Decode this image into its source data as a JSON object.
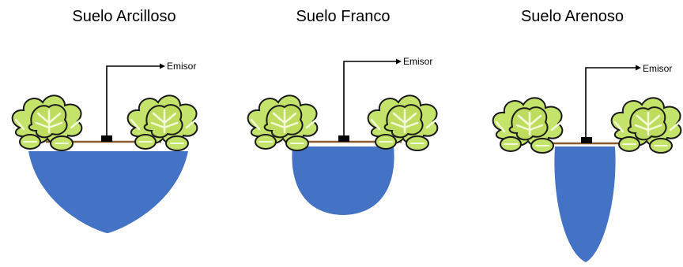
{
  "colors": {
    "water": "#4472C4",
    "lettuce_fill": "#C4E36A",
    "lettuce_stroke": "#1a1a1a",
    "lettuce_veins": "#F4FAD8",
    "dripline": "#8B5A2B",
    "emitter": "#000000"
  },
  "panels": [
    {
      "title": "Suelo Arcilloso",
      "emitter_label": "Emisor",
      "wetting_bulb_shape": "wide-shallow"
    },
    {
      "title": "Suelo Franco",
      "emitter_label": "Emisor",
      "wetting_bulb_shape": "round"
    },
    {
      "title": "Suelo Arenoso",
      "emitter_label": "Emisor",
      "wetting_bulb_shape": "narrow-deep"
    }
  ]
}
